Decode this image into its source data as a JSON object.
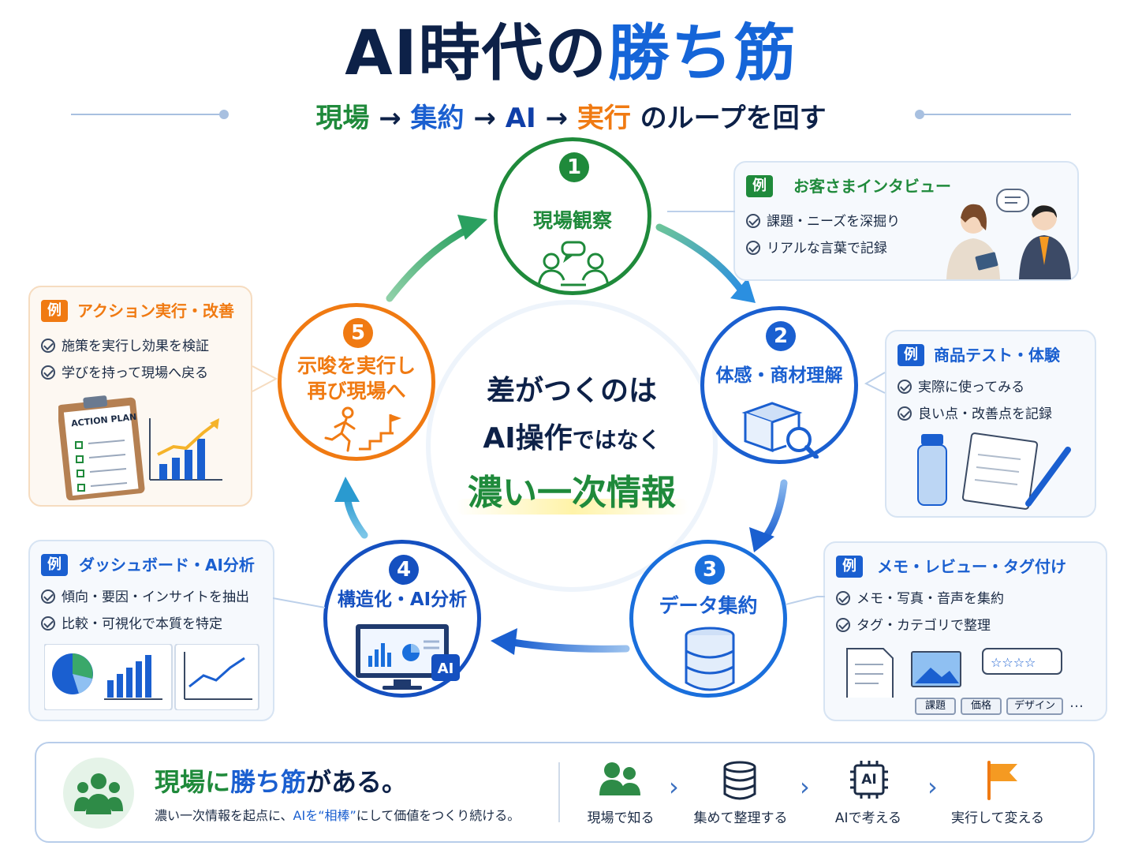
{
  "title": {
    "prefix": "AI時代の",
    "highlight": "勝ち筋"
  },
  "subtitle": {
    "s1": "現場",
    "a1": " → ",
    "s2": "集約",
    "a2": " → ",
    "s3": "AI",
    "a3": " → ",
    "s4": "実行",
    "rest": " のループを回す"
  },
  "center": {
    "line1": "差がつくのは",
    "line2_a": "AI操作",
    "line2_b": "ではなく",
    "line3": "濃い一次情報"
  },
  "steps": [
    {
      "num": "1",
      "label": "現場観察",
      "color": "#1f8a3b",
      "icon": "people-talking-icon"
    },
    {
      "num": "2",
      "label": "体感・商材理解",
      "color": "#1a5fd0",
      "icon": "box-magnifier-icon"
    },
    {
      "num": "3",
      "label": "データ集約",
      "color": "#1a6fdc",
      "icon": "database-icon"
    },
    {
      "num": "4",
      "label": "構造化・AI分析",
      "color": "#1550c0",
      "icon": "ai-monitor-icon"
    },
    {
      "num": "5",
      "label_l1": "示唆を実行し",
      "label_l2": "再び現場へ",
      "color": "#f07a12",
      "icon": "runner-flag-icon"
    }
  ],
  "cards": {
    "interview": {
      "tag": "例",
      "title": "お客さまインタビュー",
      "items": [
        "課題・ニーズを深掘り",
        "リアルな言葉で記録"
      ]
    },
    "product": {
      "tag": "例",
      "title": "商品テスト・体験",
      "items": [
        "実際に使ってみる",
        "良い点・改善点を記録"
      ]
    },
    "memo": {
      "tag": "例",
      "title": "メモ・レビュー・タグ付け",
      "items": [
        "メモ・写真・音声を集約",
        "タグ・カテゴリで整理"
      ],
      "chips": [
        "課題",
        "価格",
        "デザイン"
      ],
      "more": "…"
    },
    "dashboard": {
      "tag": "例",
      "title": "ダッシュボード・AI分析",
      "items": [
        "傾向・要因・インサイトを抽出",
        "比較・可視化で本質を特定"
      ]
    },
    "action": {
      "tag": "例",
      "title": "アクション実行・改善",
      "items": [
        "施策を実行し効果を検証",
        "学びを持って現場へ戻る"
      ],
      "clipboard": "ACTION PLAN"
    }
  },
  "monitor_ai": "AI",
  "bottom": {
    "title_a": "現場に",
    "title_b": "勝ち筋",
    "title_c": "がある。",
    "sub_a": "濃い一次情報を起点に、",
    "sub_b": "AIを“相棒”",
    "sub_c": "にして価値をつくり続ける。",
    "flow": [
      {
        "label": "現場で知る",
        "icon": "team-icon"
      },
      {
        "label": "集めて整理する",
        "icon": "database-icon"
      },
      {
        "label": "AIで考える",
        "icon": "ai-chip-icon",
        "chip_text": "AI"
      },
      {
        "label": "実行して変える",
        "icon": "flag-icon"
      }
    ]
  },
  "colors": {
    "green": "#1f8a3b",
    "blue": "#1a5fd0",
    "navy": "#0d2148",
    "orange": "#f07a12"
  }
}
